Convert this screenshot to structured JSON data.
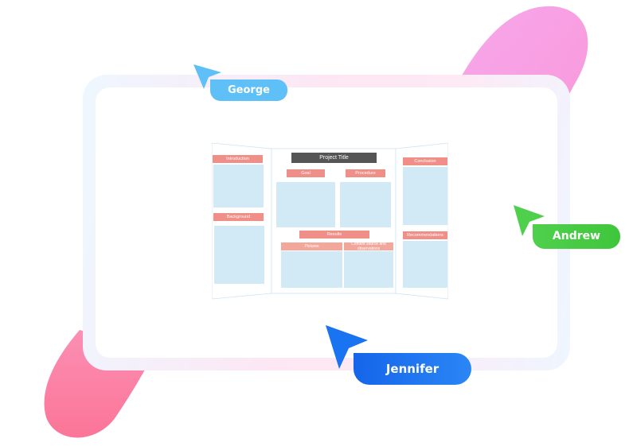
{
  "board": {
    "title": "Project Title",
    "left": {
      "intro_label": "Introduction",
      "background_label": "Background"
    },
    "center": {
      "goal_label": "Goal",
      "procedure_label": "Procedure",
      "results_label": "Results",
      "pictures_label": "Pictures",
      "observations_label": "Content source and observations"
    },
    "right": {
      "conclusion_label": "Conclusion",
      "recommendations_label": "Recommendations"
    }
  },
  "collaborators": [
    {
      "name": "George",
      "color": "#5fc0f7"
    },
    {
      "name": "Andrew",
      "color": "#4fd04c"
    },
    {
      "name": "Jennifer",
      "color": "#1a73f0"
    }
  ],
  "colors": {
    "label_red": "#f08e88",
    "box_blue": "#d1eaf6",
    "title_dark": "#555555",
    "blob_pink": "#f9a2e6",
    "blob_rose": "#fb7e9e"
  }
}
